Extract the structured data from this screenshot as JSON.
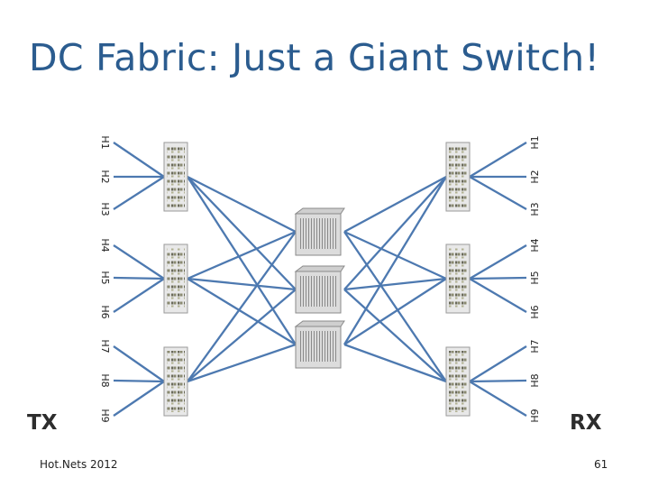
{
  "slide": {
    "title": "DC Fabric: Just a Giant Switch!",
    "tx_label": "TX",
    "rx_label": "RX",
    "footer_left": "Hot.Nets 2012",
    "page_number": "61"
  },
  "hosts_left": [
    "H1",
    "H2",
    "H3",
    "H4",
    "H5",
    "H6",
    "H7",
    "H8",
    "H9"
  ],
  "hosts_right": [
    "H1",
    "H2",
    "H3",
    "H4",
    "H5",
    "H6",
    "H7",
    "H8",
    "H9"
  ],
  "topology": {
    "edge_switches_per_side": 3,
    "core_switches": 3,
    "links": "each edge switch connects to every core switch"
  },
  "colors": {
    "title": "#2b5c8f",
    "link": "#4d79b0",
    "switch_body": "#e8e8e8"
  }
}
